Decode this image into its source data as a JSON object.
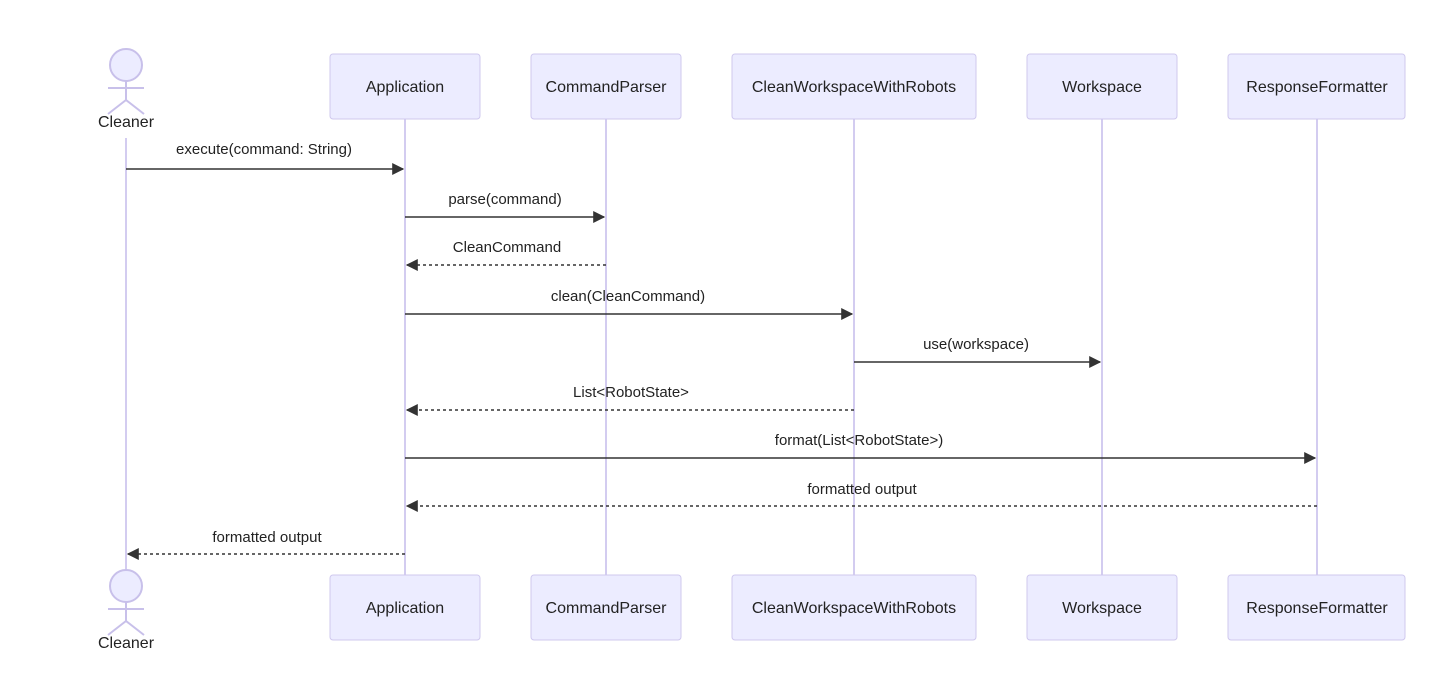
{
  "diagram": {
    "type": "sequence",
    "actor": {
      "id": "cleaner",
      "label": "Cleaner"
    },
    "participants": [
      {
        "id": "application",
        "label": "Application"
      },
      {
        "id": "commandparser",
        "label": "CommandParser"
      },
      {
        "id": "cleanworkspace",
        "label": "CleanWorkspaceWithRobots"
      },
      {
        "id": "workspace",
        "label": "Workspace"
      },
      {
        "id": "responseformatter",
        "label": "ResponseFormatter"
      }
    ],
    "messages": [
      {
        "from": "cleaner",
        "to": "application",
        "label": "execute(command: String)",
        "style": "solid"
      },
      {
        "from": "application",
        "to": "commandparser",
        "label": "parse(command)",
        "style": "solid"
      },
      {
        "from": "commandparser",
        "to": "application",
        "label": "CleanCommand",
        "style": "dashed"
      },
      {
        "from": "application",
        "to": "cleanworkspace",
        "label": "clean(CleanCommand)",
        "style": "solid"
      },
      {
        "from": "cleanworkspace",
        "to": "workspace",
        "label": "use(workspace)",
        "style": "solid"
      },
      {
        "from": "cleanworkspace",
        "to": "application",
        "label": "List<RobotState>",
        "style": "dashed"
      },
      {
        "from": "application",
        "to": "responseformatter",
        "label": "format(List<RobotState>)",
        "style": "solid"
      },
      {
        "from": "responseformatter",
        "to": "application",
        "label": "formatted output",
        "style": "dashed"
      },
      {
        "from": "application",
        "to": "cleaner",
        "label": "formatted output",
        "style": "dashed"
      }
    ]
  }
}
